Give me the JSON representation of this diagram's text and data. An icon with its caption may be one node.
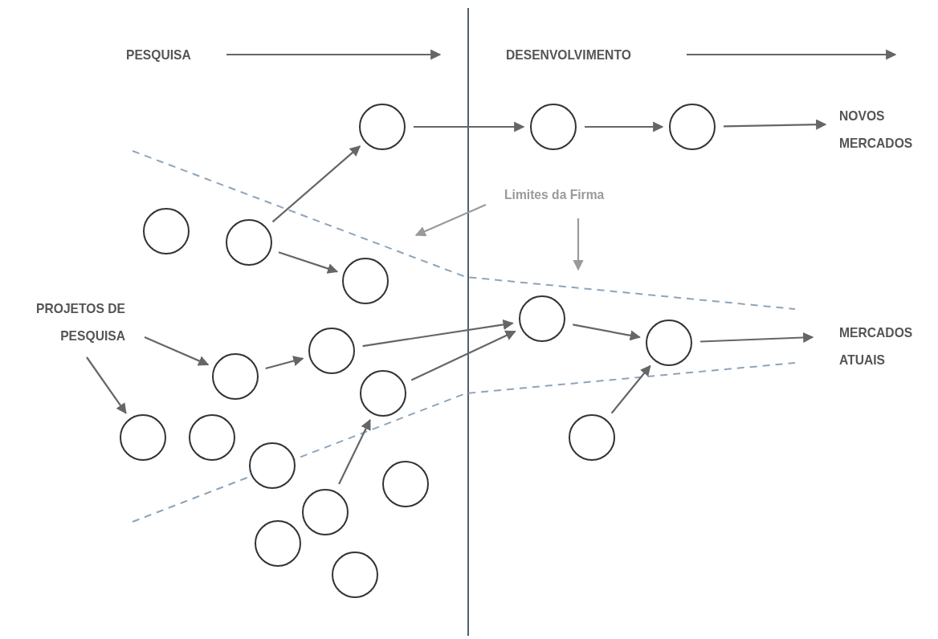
{
  "diagram": {
    "nodes": [
      {
        "text": [
          "PESQUISA"
        ]
      },
      {
        "text": [
          "DESENVOLVIMENTO"
        ]
      },
      {
        "text": [
          "NOVOS MERCADOS"
        ]
      },
      {
        "text": [
          "Limites da Firma"
        ]
      },
      {
        "text": [
          "PROJETOS DE PESQUISA"
        ]
      },
      {
        "text": [
          "MERCADOS ATUAIS"
        ]
      },
      {
        "text": [],
        "shape": "circle"
      },
      {
        "text": [],
        "shape": "circle"
      },
      {
        "text": [],
        "shape": "circle"
      },
      {
        "text": [],
        "shape": "circle"
      },
      {
        "text": [],
        "shape": "circle"
      },
      {
        "text": [],
        "shape": "circle"
      },
      {
        "text": [],
        "shape": "circle"
      },
      {
        "text": [],
        "shape": "circle"
      },
      {
        "text": [],
        "shape": "circle"
      },
      {
        "text": [],
        "shape": "circle"
      },
      {
        "text": [],
        "shape": "circle"
      },
      {
        "text": [],
        "shape": "circle"
      },
      {
        "text": [],
        "shape": "circle"
      },
      {
        "text": [],
        "shape": "circle"
      },
      {
        "text": [],
        "shape": "circle"
      },
      {
        "text": [],
        "shape": "circle"
      },
      {
        "text": [],
        "shape": "circle"
      },
      {
        "text": [],
        "shape": "circle"
      },
      {
        "text": [],
        "shape": "circle"
      }
    ],
    "edges": [
      {
        "from": 0,
        "to": null,
        "arrow": "to"
      },
      {
        "from": 1,
        "to": null,
        "arrow": "to"
      },
      {
        "from": 6,
        "to": 7,
        "arrow": "to"
      },
      {
        "from": 7,
        "to": 8,
        "arrow": "to"
      },
      {
        "from": 8,
        "to": 2,
        "arrow": "to"
      },
      {
        "from": 10,
        "to": 6,
        "arrow": "to"
      },
      {
        "from": 10,
        "to": 11,
        "arrow": "to"
      },
      {
        "from": 4,
        "to": 15,
        "arrow": "to"
      },
      {
        "from": 4,
        "to": 17,
        "arrow": "to"
      },
      {
        "from": 15,
        "to": 13,
        "arrow": "to"
      },
      {
        "from": 13,
        "to": 12,
        "arrow": "to"
      },
      {
        "from": 16,
        "to": 12,
        "arrow": "to"
      },
      {
        "from": 12,
        "to": 14,
        "arrow": "to"
      },
      {
        "from": 14,
        "to": 5,
        "arrow": "to"
      },
      {
        "from": 19,
        "to": 14,
        "arrow": "to"
      },
      {
        "from": 22,
        "to": 16,
        "arrow": "to"
      },
      {
        "from": 3,
        "to": null,
        "arrow": "to",
        "color": "#9a9a9a"
      },
      {
        "from": 3,
        "to": null,
        "arrow": "to",
        "color": "#9a9a9a"
      }
    ]
  }
}
